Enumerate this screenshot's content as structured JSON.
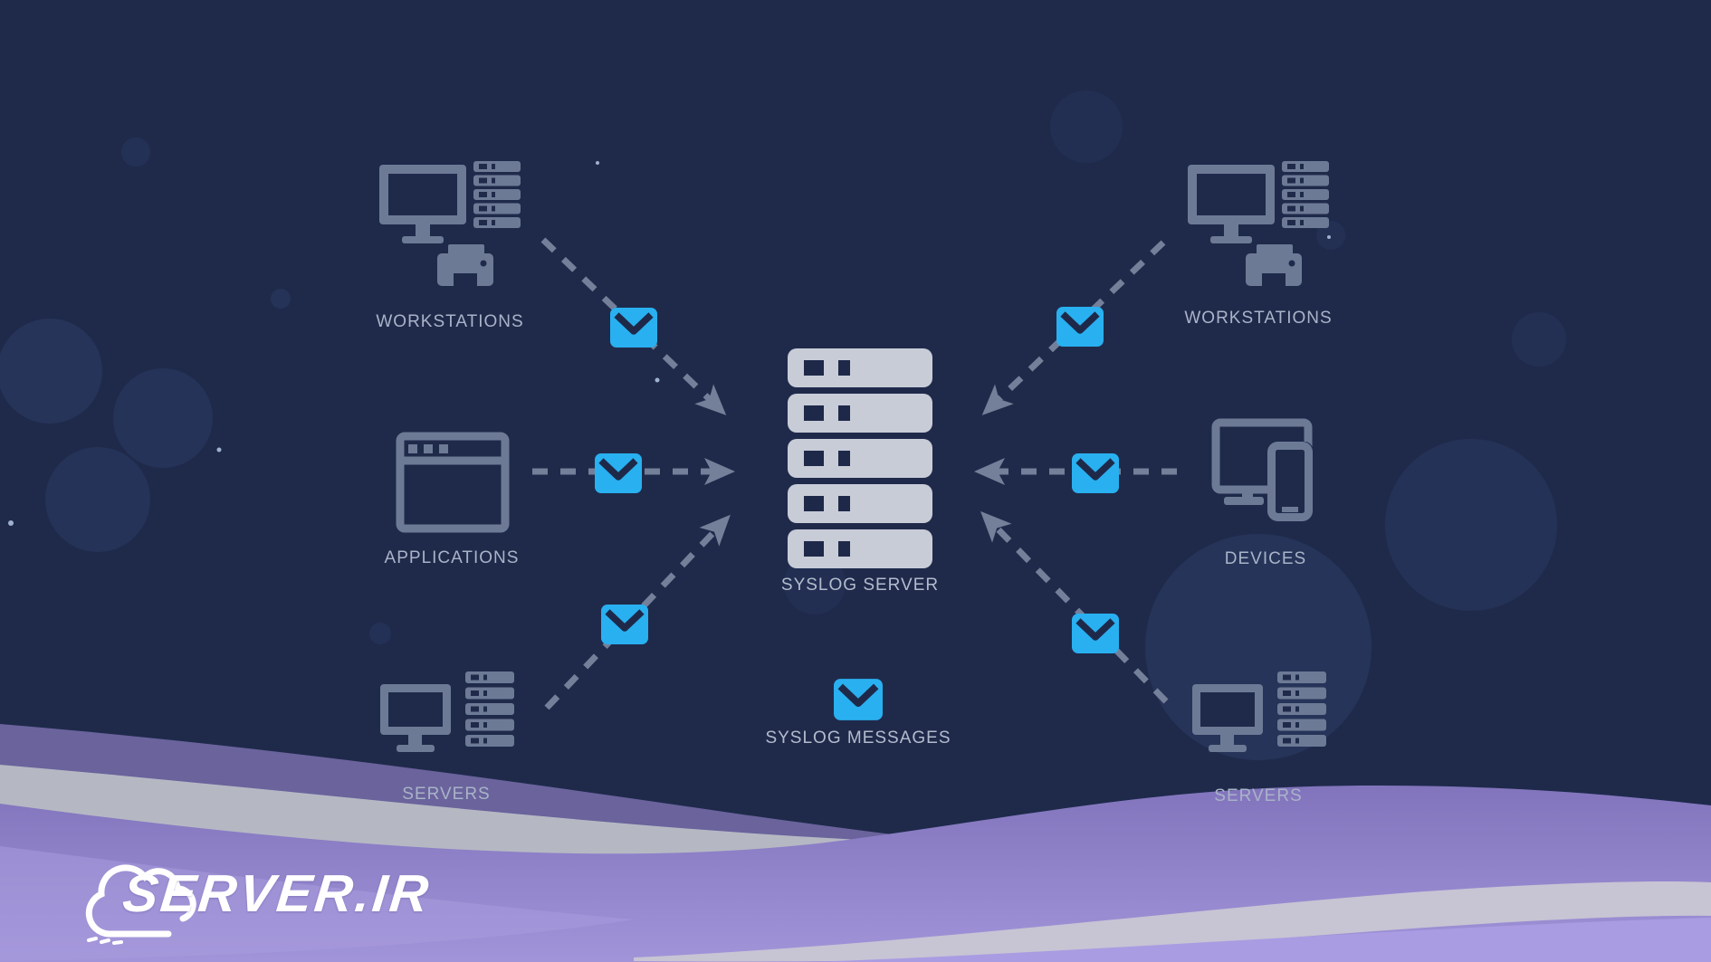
{
  "title": "Syslog architecture diagram",
  "nodes": [
    {
      "id": "workstations-left",
      "label": "WORKSTATIONS",
      "icon": "workstation-printer-icon"
    },
    {
      "id": "applications",
      "label": "APPLICATIONS",
      "icon": "browser-window-icon"
    },
    {
      "id": "servers-left",
      "label": "SERVERS",
      "icon": "monitor-rack-icon"
    },
    {
      "id": "workstations-right",
      "label": "WORKSTATIONS",
      "icon": "workstation-printer-icon"
    },
    {
      "id": "devices",
      "label": "DEVICES",
      "icon": "monitor-phone-icon"
    },
    {
      "id": "servers-right",
      "label": "SERVERS",
      "icon": "monitor-rack-icon"
    }
  ],
  "center": {
    "server_label": "SYSLOG SERVER",
    "messages_label": "SYSLOG MESSAGES",
    "server_icon": "server-stack-icon",
    "messages_icon": "envelope-icon"
  },
  "connections": [
    {
      "from": "workstations-left",
      "to": "syslog-server",
      "via": "envelope-icon"
    },
    {
      "from": "applications",
      "to": "syslog-server",
      "via": "envelope-icon"
    },
    {
      "from": "servers-left",
      "to": "syslog-server",
      "via": "envelope-icon"
    },
    {
      "from": "workstations-right",
      "to": "syslog-server",
      "via": "envelope-icon"
    },
    {
      "from": "devices",
      "to": "syslog-server",
      "via": "envelope-icon"
    },
    {
      "from": "servers-right",
      "to": "syslog-server",
      "via": "envelope-icon"
    }
  ],
  "brand": {
    "name": "SERVER.IR"
  },
  "colors": {
    "background_navy": "#1f2a4b",
    "bokeh_navy": "#2c3c66",
    "icon_gray": "#6d7a96",
    "label_gray": "#a9b3c8",
    "envelope_blue": "#29b0f0",
    "envelope_flap_navy": "#1e294a",
    "arrow_gray": "#7e89a2",
    "server_stack_light": "#c8ccd7",
    "wave_slate": "#6a639c",
    "wave_silver": "#b5b8c3",
    "wave_purple": "#9185cc",
    "logo_white": "#ffffff"
  }
}
